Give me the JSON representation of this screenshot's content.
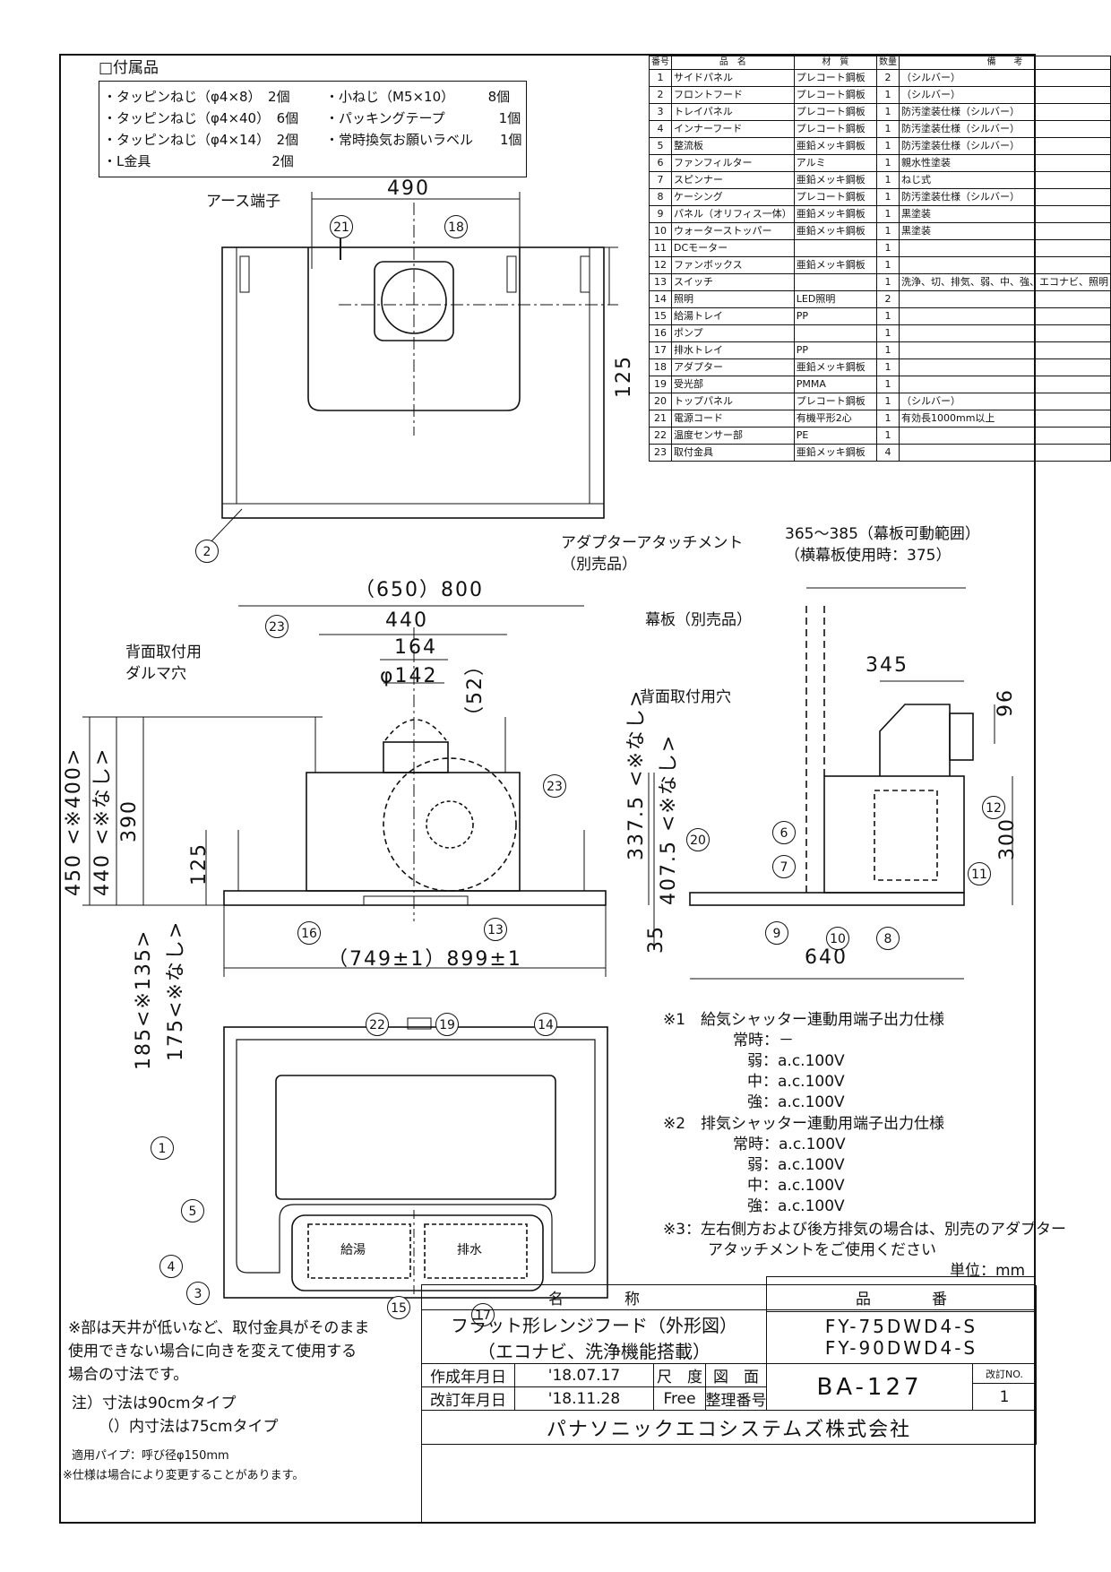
{
  "accessories": {
    "title": "□付属品",
    "items": [
      "・タッピンねじ（φ4×8）　2個",
      "・タッピンねじ（φ4×40）　6個",
      "・タッピンねじ（φ4×14）　2個",
      "・L金具　　　　　　　　　2個",
      "・小ねじ（M5×10）　　　8個",
      "・パッキングテープ　　　　1個",
      "・常時換気お願いラベル　　1個"
    ]
  },
  "parts_table": {
    "headers": [
      "番号",
      "品　名",
      "材　質",
      "数量",
      "備　　考"
    ],
    "rows": [
      [
        "1",
        "サイドパネル",
        "プレコート鋼板",
        "2",
        "（シルバー）"
      ],
      [
        "2",
        "フロントフード",
        "プレコート鋼板",
        "1",
        "（シルバー）"
      ],
      [
        "3",
        "トレイパネル",
        "プレコート鋼板",
        "1",
        "防汚塗装仕様（シルバー）"
      ],
      [
        "4",
        "インナーフード",
        "プレコート鋼板",
        "1",
        "防汚塗装仕様（シルバー）"
      ],
      [
        "5",
        "整流板",
        "亜鉛メッキ鋼板",
        "1",
        "防汚塗装仕様（シルバー）"
      ],
      [
        "6",
        "ファンフィルター",
        "アルミ",
        "1",
        "親水性塗装"
      ],
      [
        "7",
        "スピンナー",
        "亜鉛メッキ鋼板",
        "1",
        "ねじ式"
      ],
      [
        "8",
        "ケーシング",
        "プレコート鋼板",
        "1",
        "防汚塗装仕様（シルバー）"
      ],
      [
        "9",
        "パネル（オリフィス一体）",
        "亜鉛メッキ鋼板",
        "1",
        "黒塗装"
      ],
      [
        "10",
        "ウォーターストッパー",
        "亜鉛メッキ鋼板",
        "1",
        "黒塗装"
      ],
      [
        "11",
        "DCモーター",
        "",
        "1",
        ""
      ],
      [
        "12",
        "ファンボックス",
        "亜鉛メッキ鋼板",
        "1",
        ""
      ],
      [
        "13",
        "スイッチ",
        "",
        "1",
        "洗浄、切、排気、弱、中、強、エコナビ、照明"
      ],
      [
        "14",
        "照明",
        "LED照明",
        "2",
        ""
      ],
      [
        "15",
        "給湯トレイ",
        "PP",
        "1",
        ""
      ],
      [
        "16",
        "ポンプ",
        "",
        "1",
        ""
      ],
      [
        "17",
        "排水トレイ",
        "PP",
        "1",
        ""
      ],
      [
        "18",
        "アダプター",
        "亜鉛メッキ鋼板",
        "1",
        ""
      ],
      [
        "19",
        "受光部",
        "PMMA",
        "1",
        ""
      ],
      [
        "20",
        "トップパネル",
        "プレコート鋼板",
        "1",
        "（シルバー）"
      ],
      [
        "21",
        "電源コード",
        "有機平形2心",
        "1",
        "有効長1000mm以上"
      ],
      [
        "22",
        "温度センサー部",
        "PE",
        "1",
        ""
      ],
      [
        "23",
        "取付金具",
        "亜鉛メッキ鋼板",
        "4",
        ""
      ]
    ]
  },
  "labels": {
    "earth": "アース端子",
    "dim_490": "490",
    "dim_125_top": "125",
    "adapter_attach": "アダプターアタッチメント",
    "sold_separately": "（別売品）",
    "range_385": "365～385（幕板可動範囲）",
    "side_panel_use": "（横幕板使用時：375）",
    "dim_650_800": "（650）800",
    "dim_440": "440",
    "dim_164": "164",
    "dim_142": "φ142",
    "dim_52": "（52）",
    "makuita": "幕板（別売品）",
    "back_mount_daruma_1": "背面取付用",
    "back_mount_daruma_2": "ダルマ穴",
    "back_mount_hole": "背面取付用穴",
    "dim_345": "345",
    "dim_96": "96",
    "dim_450": "450 <※400>",
    "dim_440v": "440 <※なし>",
    "dim_390": "390",
    "dim_125": "125",
    "dim_3375": "337.5 <※なし>",
    "dim_4075": "407.5 <※なし>",
    "dim_300": "300",
    "dim_35": "35",
    "dim_749": "（749±1）899±1",
    "dim_640": "640",
    "dim_185": "185<※135>",
    "dim_175": "175<※なし>"
  },
  "notes_right": {
    "n1_title": "※1　給気シャッター連動用端子出力仕様",
    "n1_lines": [
      "常時：－",
      "弱：a.c.100V",
      "中：a.c.100V",
      "強：a.c.100V"
    ],
    "n2_title": "※2　排気シャッター連動用端子出力仕様",
    "n2_lines": [
      "常時：a.c.100V",
      "弱：a.c.100V",
      "中：a.c.100V",
      "強：a.c.100V"
    ],
    "n3_1": "※3：左右側方および後方排気の場合は、別売のアダプター",
    "n3_2": "アタッチメントをご使用ください",
    "unit": "単位：mm"
  },
  "notes_left": {
    "l1": "※部は天井が低いなど、取付金具がそのまま",
    "l2": "使用できない場合に向きを変えて使用する",
    "l3": "場合の寸法です。",
    "l4": "注）寸法は90cmタイプ",
    "l5": "（）内寸法は75cmタイプ",
    "l6": "適用パイプ：呼び径φ150mm",
    "l7": "※仕様は場合により変更することがあります。"
  },
  "panel_labels": {
    "left_panel": "給湯",
    "right_panel": "排水"
  },
  "title_block": {
    "name_header": "名　　　　称",
    "part_no_header": "品　　　　番",
    "name_1": "フラット形レンジフード（外形図）",
    "name_2": "（エコナビ、洗浄機能搭載）",
    "part_no_1": "FY-75DWD4-S",
    "part_no_2": "FY-90DWD4-S",
    "created_label": "作成年月日",
    "created_date": "'18.07.17",
    "revised_label": "改訂年月日",
    "revised_date": "'18.11.28",
    "scale_label": "尺　度",
    "scale_value": "Free",
    "drawing_label": "図　面",
    "arrange_label": "整理番号",
    "drawing_no": "BA-127",
    "rev_label": "改訂NO.",
    "rev_no": "1",
    "company": "パナソニックエコシステムズ株式会社"
  }
}
